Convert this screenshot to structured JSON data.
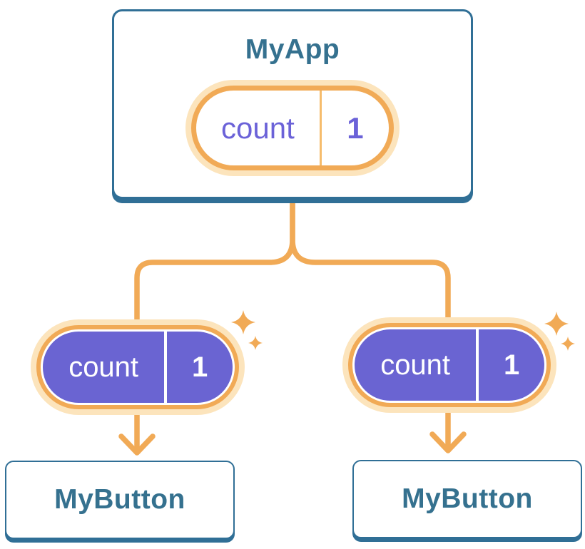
{
  "palette": {
    "blue_border": "#306F96",
    "blue_text": "#35718F",
    "orange": "#F1AA56",
    "orange_glow": "#FCE4BC",
    "orange_divider": "#F6BC6C",
    "purple_fill": "#6A64D2",
    "purple_text": "#6B62D8",
    "white": "#FFFFFF"
  },
  "icons": [
    {
      "name": "sparkle-icon",
      "glyph": "four-point star, appears twice beside each state pill"
    },
    {
      "name": "arrow-down-icon",
      "glyph": "orange downward chevron arrow from each pill to child card"
    }
  ],
  "diagram": {
    "root": {
      "title": "MyApp",
      "state": {
        "name": "count",
        "value": "1"
      }
    },
    "children": [
      {
        "title": "MyButton",
        "prop": {
          "name": "count",
          "value": "1"
        }
      },
      {
        "title": "MyButton",
        "prop": {
          "name": "count",
          "value": "1"
        }
      }
    ]
  }
}
